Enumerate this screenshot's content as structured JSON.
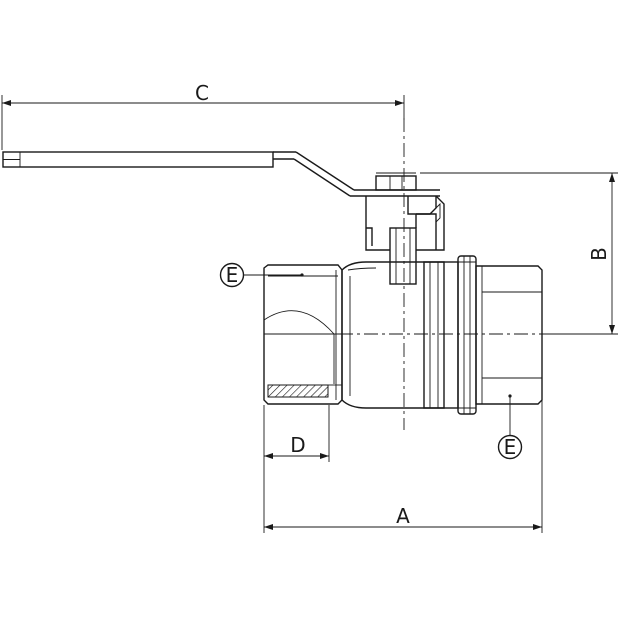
{
  "dimensions": {
    "a": "A",
    "b": "B",
    "c": "C",
    "d": "D"
  },
  "callouts": {
    "e_left": "E",
    "e_right": "E"
  },
  "colors": {
    "line": "#1a1a1a",
    "background": "#ffffff"
  }
}
